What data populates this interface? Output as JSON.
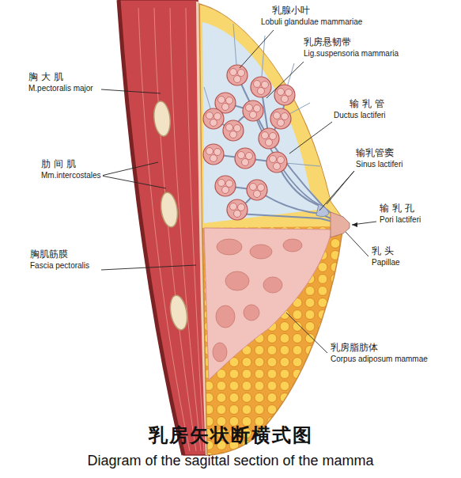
{
  "diagram": {
    "title": "乳房矢状断横式图",
    "caption": "Diagram of the sagittal section of the mamma",
    "labels": [
      "乳腺小叶",
      "Lobuli glandulae mammariae",
      "乳房悬韧带",
      "Lig.suspensoria mammaria",
      "胸 大 肌",
      "M.pectoralis major",
      "输 乳 管",
      "Ductus lactiferi",
      "输乳管窦",
      "Sinus lactiferi",
      "肋 间 肌",
      "Mm.intercostales",
      "输 乳 孔",
      "Pori lactiferi",
      "乳 头",
      "Papillae",
      "胸肌筋膜",
      "Fascia pectoralis",
      "乳房脂肪体",
      "Corpus adiposum mammae"
    ]
  }
}
